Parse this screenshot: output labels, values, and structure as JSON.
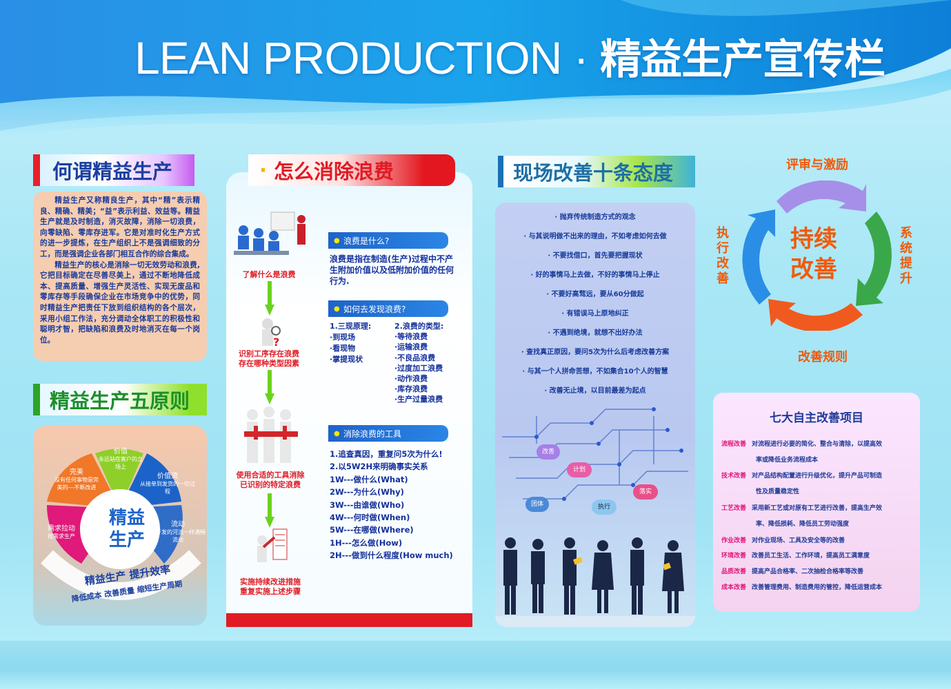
{
  "header": {
    "title_en": "LEAN PRODUCTION",
    "title_sep": "·",
    "title_cn": "精益生产宣传栏"
  },
  "left": {
    "section1_title": "何谓精益生产",
    "intro_paragraphs": [
      "精益生产又称精良生产，其中“精”表示精良、精确、精美；“益”表示利益、效益等。精益生产就是及时制造，消灭故障，消除一切浪费，向零缺陷、零库存进军。它是对准时化生产方式的进一步提炼，在生产组织上不是强调细致的分工，而是强调企业各部门相互合作的综合集成。",
      "精益生产的核心是消除一切无效劳动和浪费,它把目标确定在尽善尽美上，通过不断地降低成本、提高质量、增强生产灵活性、实现无废品和零库存等手段确保企业在市场竞争中的优势，同时精益生产把责任下放到组织结构的各个层次，采用小组工作法，充分调动全体职工的积极性和聪明才智，把缺陷和浪费及时地消灭在每一个岗位。"
    ],
    "section2_title": "精益生产五原则",
    "five_center": [
      "精益",
      "生产"
    ],
    "five_petals": [
      {
        "title": "价值",
        "desc": "永远站在客户的立场上"
      },
      {
        "title": "价值流",
        "desc": "从接单到发货的一切过程"
      },
      {
        "title": "流动",
        "desc": "像开发的河流一样通畅流动"
      },
      {
        "title": "需求拉动",
        "desc": "按需求生产"
      },
      {
        "title": "完美",
        "desc": "没有任何事物是完美的---不断改进"
      }
    ],
    "five_arc_text": "精益生产 提升效率",
    "five_arc_sub": "降低成本 改善质量 缩短生产周期"
  },
  "middle": {
    "section_title": "怎么消除浪费",
    "title_dot": "·",
    "steps": [
      [
        "了解什么是浪费"
      ],
      [
        "识别工序存在浪费",
        "存在哪种类型因素"
      ],
      [
        "使用合适的工具消除",
        "已识别的特定浪费"
      ],
      [
        "实施持续改进措施",
        "重复实施上述步骤"
      ]
    ],
    "q1_title": "浪费是什么?",
    "q1_text": "浪费是指在制造(生产)过程中不产生附加价值以及低附加价值的任何行为.",
    "q2_title": "如何去发现浪费?",
    "q2_col1_head": "1.三现原理:",
    "q2_col1": [
      "·到现场",
      "·看现物",
      "·掌提现状"
    ],
    "q2_col2_head": "2.浪费的类型:",
    "q2_col2": [
      "·等待浪费",
      "·运输浪费",
      "·不良品浪费",
      "·过度加工浪费",
      "·动作浪费",
      "·库存浪费",
      "·生产过量浪费"
    ],
    "q3_title": "消除浪费的工具",
    "q3_lines": [
      "1.追查真因，重复问5次为什么!",
      "2.以5W2H来明确事实关系",
      "1W---做什么(What)",
      "2W---为什么(Why)",
      "3W---由谁做(Who)",
      "4W---何时做(When)",
      "5W---在哪做(Where)",
      "1H---怎么做(How)",
      "2H---做到什么程度(How much)"
    ]
  },
  "third": {
    "section_title": "现场改善十条态度",
    "attitudes": [
      "· 抛弃传统制造方式的观念",
      "· 与其说明做不出来的理由，不如考虑如何去做",
      "· 不要找借口，首先要把握现状",
      "· 好的事情马上去做，不好的事情马上停止",
      "· 不要好高骛远，要从60分做起",
      "· 有错误马上原地纠正",
      "· 不遇到绝境，就想不出好办法",
      "· 查找真正原因，要问5次为什么后考虑改善方案",
      "· 与其一个人拼命苦想，不如集合10个人的智慧",
      "· 改善无止境，以目前最差为起点"
    ],
    "network_nodes": [
      "改善",
      "计划",
      "落实",
      "团体",
      "执行"
    ]
  },
  "right": {
    "cycle_center": [
      "持续",
      "改善"
    ],
    "cycle_top": "评审与激励",
    "cycle_right": [
      "系",
      "统",
      "提",
      "升"
    ],
    "cycle_bottom": "改善规则",
    "cycle_left": [
      "执",
      "行",
      "改",
      "善"
    ],
    "seven_title": "七大自主改善项目",
    "seven_items": [
      {
        "k": "流程改善",
        "v": "对流程进行必要的简化、整合与清除，以提高效",
        "v2": "率或降低业务流程成本"
      },
      {
        "k": "技术改善",
        "v": "对产品结构配置进行升级优化，提升产品可制造",
        "v2": "性及质量稳定性"
      },
      {
        "k": "工艺改善",
        "v": "采用新工艺或对原有工艺进行改善，提高生产效",
        "v2": "率、降低损耗、降低员工劳动强度"
      },
      {
        "k": "作业改善",
        "v": "对作业现场、工具及安全等的改善",
        "v2": ""
      },
      {
        "k": "环境改善",
        "v": "改善员工生活、工作环境，提高员工满意度",
        "v2": ""
      },
      {
        "k": "品质改善",
        "v": "提高产品合格率、二次抽检合格率等改善",
        "v2": ""
      },
      {
        "k": "成本改善",
        "v": "改善管理费用、制造费用的管控，降低运营成本",
        "v2": ""
      }
    ]
  },
  "colors": {
    "blue_header": "#1a6fd6",
    "red": "#e01b24",
    "navy_text": "#1a3a9a",
    "orange": "#f05a0a"
  }
}
